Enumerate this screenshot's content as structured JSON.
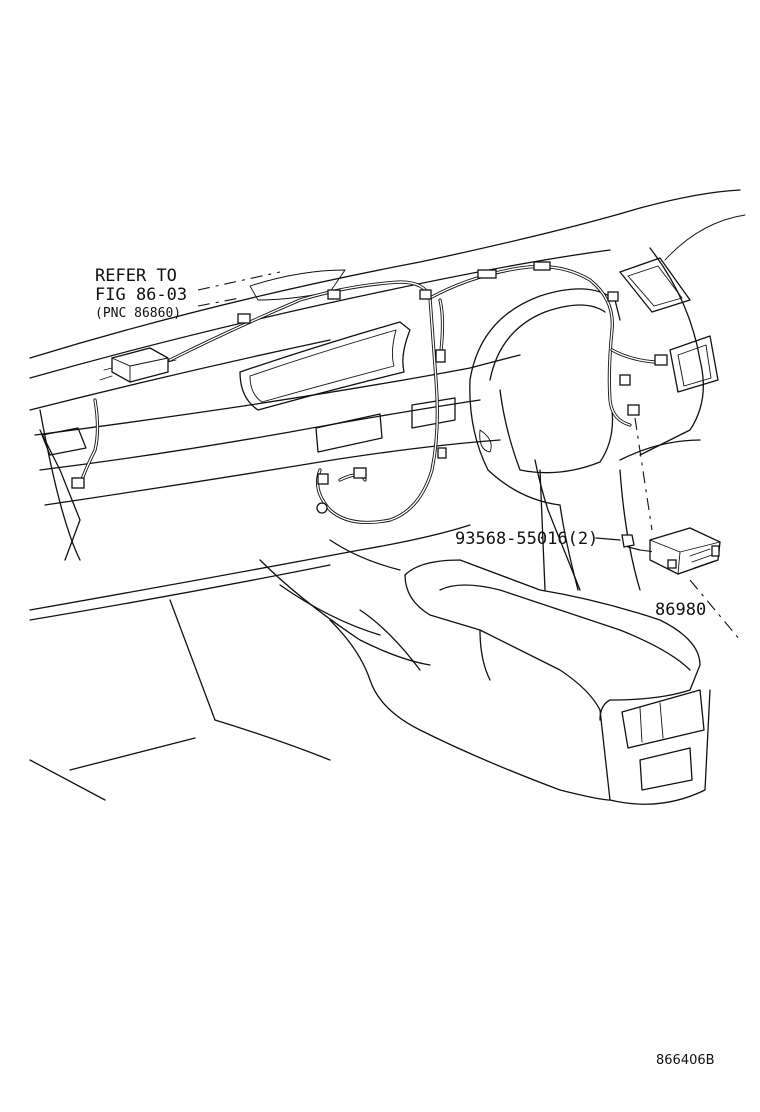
{
  "callouts": {
    "refer_line1": "REFER TO",
    "refer_line2": "FIG 86-03",
    "refer_line3": "(PNC 86860)",
    "bolt_part": "93568-55016(2)",
    "module_part": "86980"
  },
  "figure_code": "866406B"
}
